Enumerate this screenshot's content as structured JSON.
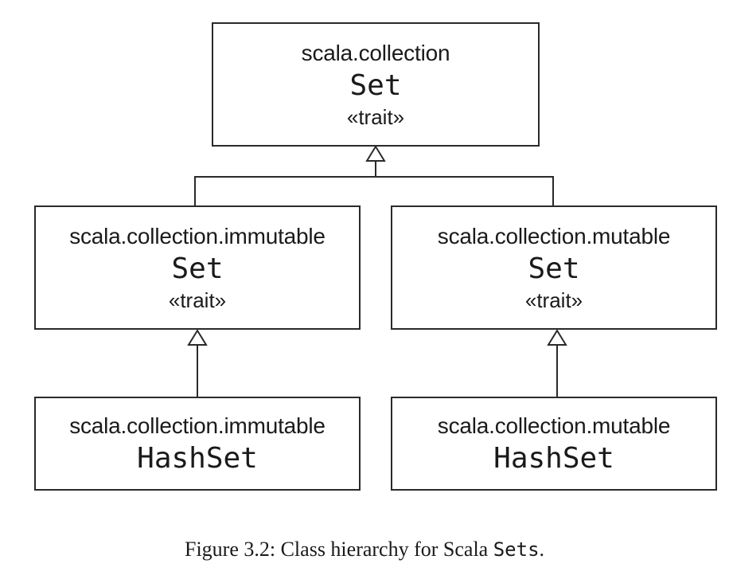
{
  "diagram": {
    "root": {
      "package": "scala.collection",
      "name": "Set",
      "stereotype": "«trait»"
    },
    "immutable_set": {
      "package": "scala.collection.immutable",
      "name": "Set",
      "stereotype": "«trait»"
    },
    "mutable_set": {
      "package": "scala.collection.mutable",
      "name": "Set",
      "stereotype": "«trait»"
    },
    "immutable_hashset": {
      "package": "scala.collection.immutable",
      "name": "HashSet"
    },
    "mutable_hashset": {
      "package": "scala.collection.mutable",
      "name": "HashSet"
    },
    "relations": [
      {
        "from": "immutable_set",
        "to": "root",
        "type": "inheritance"
      },
      {
        "from": "mutable_set",
        "to": "root",
        "type": "inheritance"
      },
      {
        "from": "immutable_hashset",
        "to": "immutable_set",
        "type": "inheritance"
      },
      {
        "from": "mutable_hashset",
        "to": "mutable_set",
        "type": "inheritance"
      }
    ]
  },
  "caption": {
    "text": "Figure 3.2: Class hierarchy for Scala ",
    "code": "Sets",
    "end": "."
  }
}
